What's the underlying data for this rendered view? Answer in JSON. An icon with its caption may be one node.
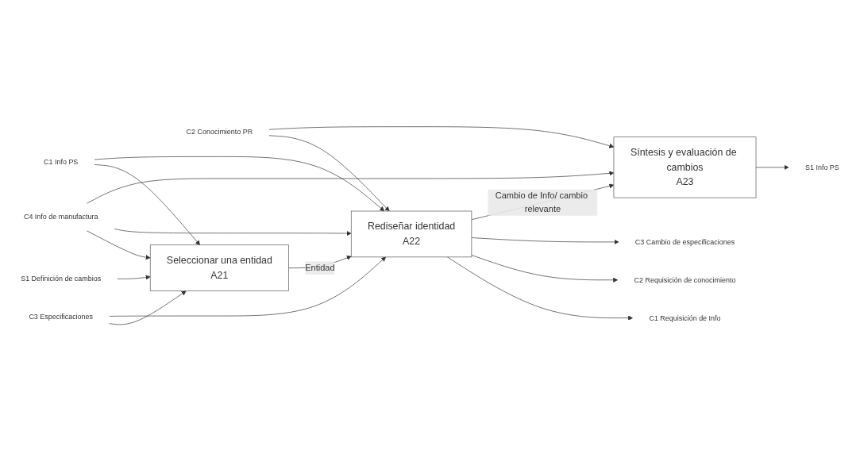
{
  "diagram": {
    "nodes": [
      {
        "text": [
          "S1 Definición de cambios"
        ]
      },
      {
        "text": [
          "C3 Especificaciones"
        ]
      },
      {
        "text": [
          "C4 Info de manufactura"
        ]
      },
      {
        "text": [
          "C2 Conocimiento PR"
        ]
      },
      {
        "text": [
          "C1 Info PS"
        ]
      },
      {
        "text": [
          "Seleccionar una entidad",
          "A21"
        ]
      },
      {
        "text": [
          "Rediseñar identidad",
          "A22"
        ]
      },
      {
        "text": [
          "Síntesis y evaluación de cambios",
          "A23"
        ]
      },
      {
        "text": [
          "C1 Requisición de Info"
        ]
      },
      {
        "text": [
          "C2 Requisición de conocimiento"
        ]
      },
      {
        "text": [
          "C3 Cambio de especificaciones"
        ]
      },
      {
        "text": [
          "S1 Info PS"
        ]
      }
    ],
    "edges": [
      {
        "from": 0,
        "to": 5,
        "arrow": "to"
      },
      {
        "from": 1,
        "to": 5,
        "arrow": "to"
      },
      {
        "from": 2,
        "to": 5,
        "arrow": "to"
      },
      {
        "from": 4,
        "to": 5,
        "arrow": "to"
      },
      {
        "from": 1,
        "to": 6,
        "arrow": "to"
      },
      {
        "from": 2,
        "to": 6,
        "arrow": "to"
      },
      {
        "from": 3,
        "to": 6,
        "arrow": "to"
      },
      {
        "from": 5,
        "to": 6,
        "label": "Entidad",
        "arrow": "to"
      },
      {
        "from": 4,
        "to": 6,
        "arrow": "to"
      },
      {
        "from": 2,
        "to": 7,
        "arrow": "to"
      },
      {
        "from": 3,
        "to": 7,
        "arrow": "to"
      },
      {
        "from": 6,
        "to": 8,
        "arrow": "to"
      },
      {
        "from": 6,
        "to": 9,
        "arrow": "to"
      },
      {
        "from": 6,
        "to": 10,
        "arrow": "to"
      },
      {
        "from": 6,
        "to": 7,
        "label": "Cambio de Info/ cambio relevante",
        "arrow": "to"
      },
      {
        "from": 7,
        "to": 11,
        "arrow": "to"
      }
    ]
  }
}
